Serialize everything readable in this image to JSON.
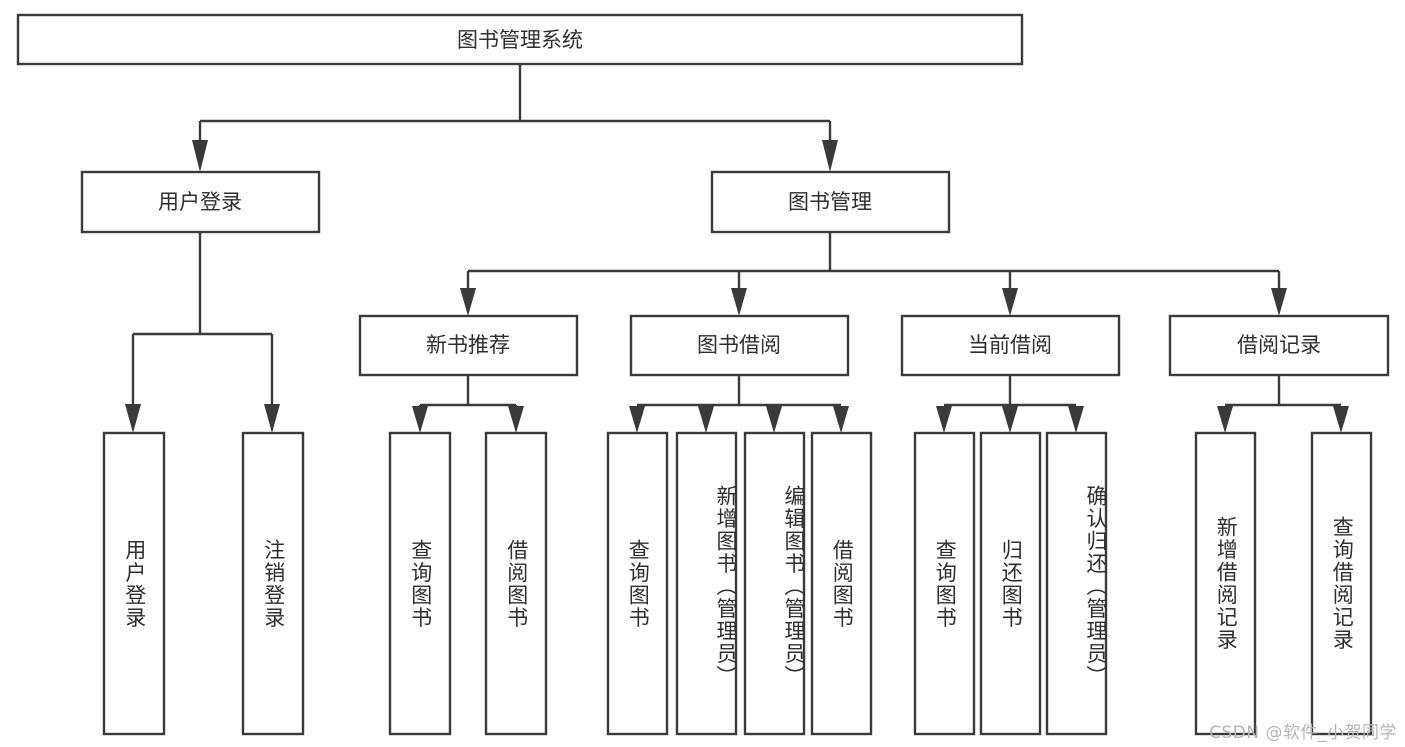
{
  "diagram": {
    "title": "图书管理系统",
    "type": "tree",
    "root": {
      "id": "root",
      "label": "图书管理系统",
      "orientation": "horizontal"
    },
    "level2": [
      {
        "id": "user-login",
        "label": "用户登录",
        "orientation": "horizontal"
      },
      {
        "id": "book-manage",
        "label": "图书管理",
        "orientation": "horizontal"
      }
    ],
    "level3": [
      {
        "id": "new-book-recommend",
        "label": "新书推荐",
        "orientation": "horizontal",
        "parent": "book-manage"
      },
      {
        "id": "book-borrow",
        "label": "图书借阅",
        "orientation": "horizontal",
        "parent": "book-manage"
      },
      {
        "id": "current-borrow",
        "label": "当前借阅",
        "orientation": "horizontal",
        "parent": "book-manage"
      },
      {
        "id": "borrow-record",
        "label": "借阅记录",
        "orientation": "horizontal",
        "parent": "book-manage"
      }
    ],
    "leaves": [
      {
        "id": "leaf-user-login",
        "label": "用户登录",
        "orientation": "vertical",
        "parent": "user-login"
      },
      {
        "id": "leaf-logout",
        "label": "注销登录",
        "orientation": "vertical",
        "parent": "user-login"
      },
      {
        "id": "leaf-query-book-1",
        "label": "查询图书",
        "orientation": "vertical",
        "parent": "new-book-recommend"
      },
      {
        "id": "leaf-borrow-book-1",
        "label": "借阅图书",
        "orientation": "vertical",
        "parent": "new-book-recommend"
      },
      {
        "id": "leaf-query-book-2",
        "label": "查询图书",
        "orientation": "vertical",
        "parent": "book-borrow"
      },
      {
        "id": "leaf-add-book",
        "label": "新增图书（管理员）",
        "orientation": "vertical",
        "parent": "book-borrow"
      },
      {
        "id": "leaf-edit-book",
        "label": "编辑图书（管理员）",
        "orientation": "vertical",
        "parent": "book-borrow"
      },
      {
        "id": "leaf-borrow-book-2",
        "label": "借阅图书",
        "orientation": "vertical",
        "parent": "book-borrow"
      },
      {
        "id": "leaf-query-book-3",
        "label": "查询图书",
        "orientation": "vertical",
        "parent": "current-borrow"
      },
      {
        "id": "leaf-return-book",
        "label": "归还图书",
        "orientation": "vertical",
        "parent": "current-borrow"
      },
      {
        "id": "leaf-confirm-return",
        "label": "确认归还（管理员）",
        "orientation": "vertical",
        "parent": "current-borrow"
      },
      {
        "id": "leaf-add-record",
        "label": "新增借阅记录",
        "orientation": "vertical",
        "parent": "borrow-record"
      },
      {
        "id": "leaf-query-record",
        "label": "查询借阅记录",
        "orientation": "vertical",
        "parent": "borrow-record"
      }
    ],
    "colors": {
      "background": "#ffffff",
      "box_fill": "#ffffff",
      "box_stroke": "#3a3a3a",
      "connector": "#3a3a3a",
      "text": "#2f2f2f",
      "watermark": "#b6b6b6"
    }
  },
  "watermark": {
    "text": "CSDN @软件_小贺同学"
  }
}
